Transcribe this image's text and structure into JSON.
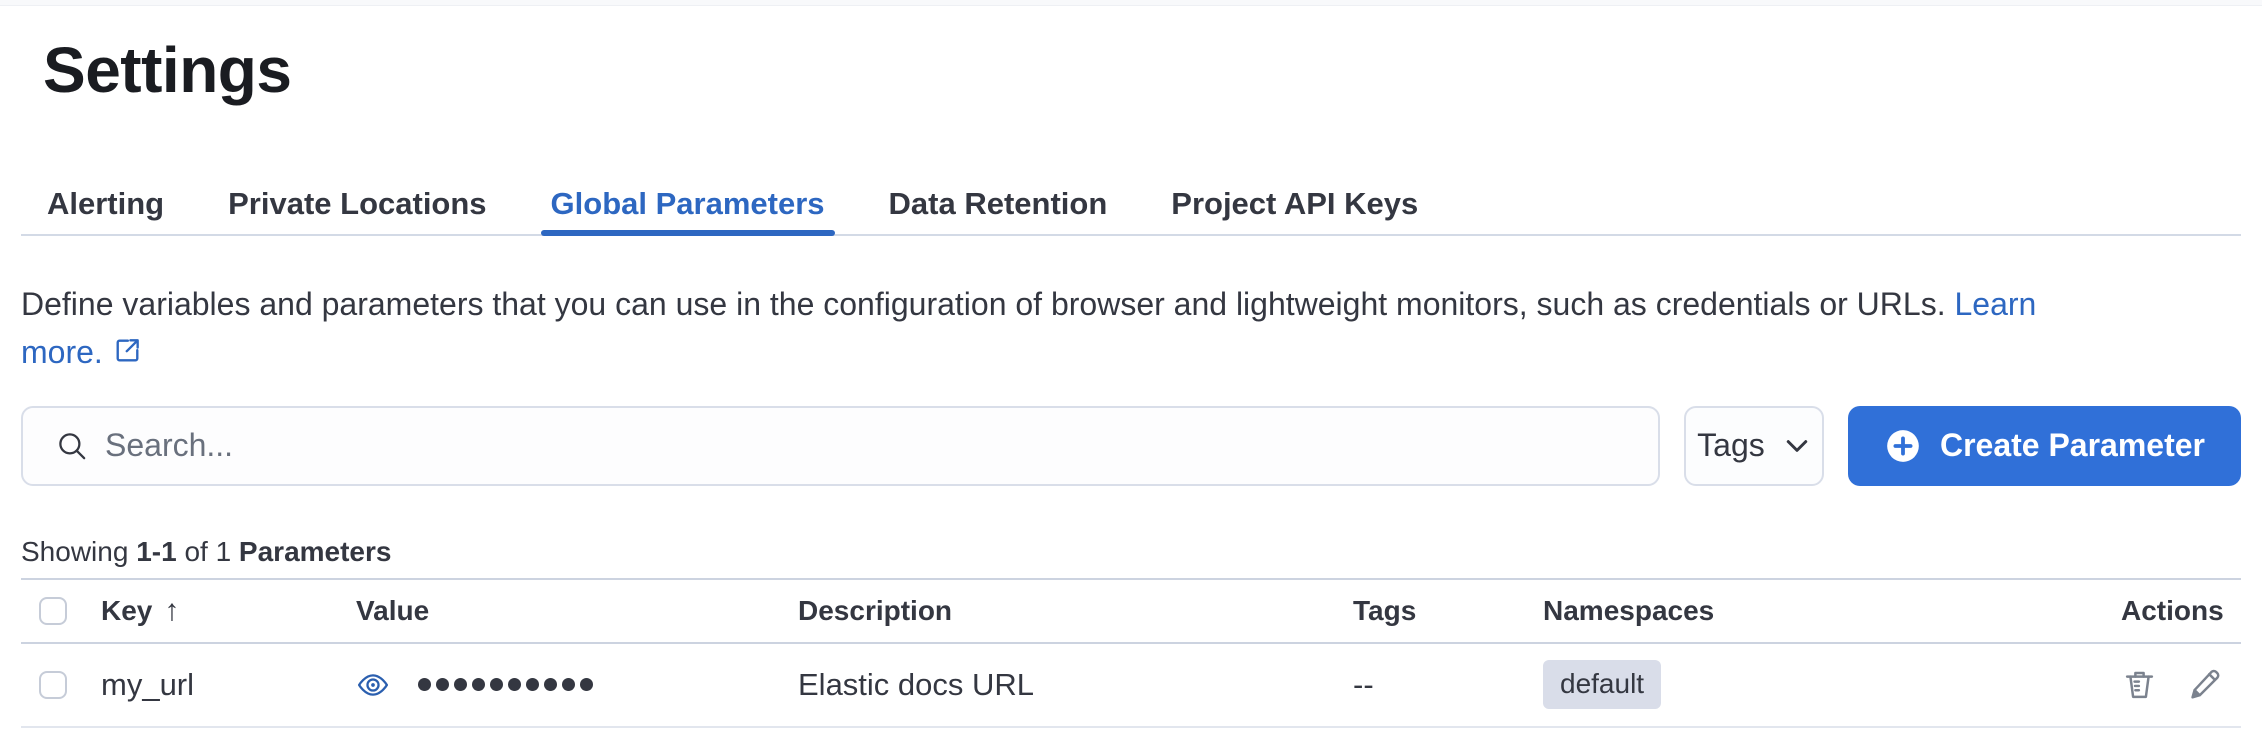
{
  "page": {
    "title": "Settings"
  },
  "tabs": [
    {
      "id": "alerting",
      "label": "Alerting",
      "active": false
    },
    {
      "id": "private-locations",
      "label": "Private Locations",
      "active": false
    },
    {
      "id": "global-parameters",
      "label": "Global Parameters",
      "active": true
    },
    {
      "id": "data-retention",
      "label": "Data Retention",
      "active": false
    },
    {
      "id": "project-api-keys",
      "label": "Project API Keys",
      "active": false
    }
  ],
  "description": {
    "text": "Define variables and parameters that you can use in the configuration of browser and lightweight monitors, such as credentials or URLs.",
    "link_word1": "Learn",
    "link_word2": "more."
  },
  "toolbar": {
    "search_placeholder": "Search...",
    "tags_label": "Tags",
    "create_label": "Create Parameter"
  },
  "summary": {
    "showing": "Showing",
    "range": "1-1",
    "of": "of 1",
    "entity": "Parameters"
  },
  "table": {
    "headers": {
      "key": "Key",
      "value": "Value",
      "description": "Description",
      "tags": "Tags",
      "namespaces": "Namespaces",
      "actions": "Actions"
    },
    "sort_arrow": "↑",
    "rows": [
      {
        "key": "my_url",
        "value_hidden_dots": 10,
        "description": "Elastic docs URL",
        "tags": "--",
        "namespace": "default"
      }
    ]
  },
  "colors": {
    "accent_blue": "#2d67c1",
    "button_blue": "#3070d8",
    "text": "#343741",
    "badge_bg": "#d9dde9",
    "divider": "#d3dae6",
    "icon_gray": "#7b828e"
  }
}
